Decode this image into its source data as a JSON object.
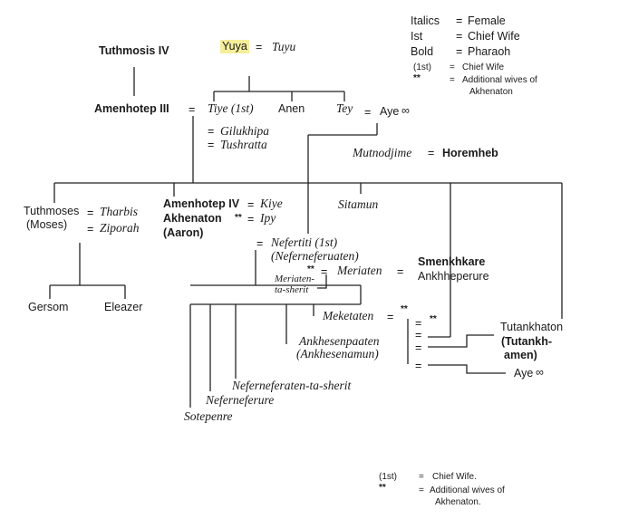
{
  "legend_top": {
    "italics_key": "Italics",
    "italics_val": "Female",
    "ist_key": "Ist",
    "ist_val": "Chief Wife",
    "bold_key": "Bold",
    "bold_val": "Pharaoh",
    "first_key": "(1st)",
    "first_val": "Chief Wife",
    "star_key": "**",
    "star_val_1": "Additional wives of",
    "star_val_2": "Akhenaton"
  },
  "legend_bottom": {
    "first_key": "(1st)",
    "first_val": "Chief Wife.",
    "star_key": "**",
    "star_val_1": "Additional wives of",
    "star_val_2": "Akhenaton."
  },
  "symbols": {
    "eq": "=",
    "stars": "**",
    "inf": "∞"
  },
  "people": {
    "tuthmosis4": "Tuthmosis IV",
    "yuya": "Yuya",
    "tuyu": "Tuyu",
    "amenhotep3": "Amenhotep III",
    "tiye": "Tiye (1st)",
    "anen": "Anen",
    "tey": "Tey",
    "aye": "Aye",
    "gilukhipa": "Gilukhipa",
    "tushratta": "Tushratta",
    "mutnodjime": "Mutnodjime",
    "horemheb": "Horemheb",
    "tuthmoses": "Tuthmoses",
    "moses": "(Moses)",
    "tharbis": "Tharbis",
    "ziporah": "Ziporah",
    "amenhotep4": "Amenhotep IV",
    "akhenaton": "Akhenaton",
    "aaron": "(Aaron)",
    "kiye": "Kiye",
    "ipy": "Ipy",
    "sitamun": "Sitamun",
    "nefertiti": "Nefertiti (1st)",
    "neferneferuaten": "(Neferneferuaten)",
    "meriaten": "Meriaten",
    "meriaten_ts_1": "Meriaten-",
    "meriaten_ts_2": "ta-sherit",
    "smenkhkare": "Smenkhkare",
    "ankhkheperure": "Ankhheperure",
    "gersom": "Gersom",
    "eleazer": "Eleazer",
    "meketaten": "Meketaten",
    "ankhesenpaaten": "Ankhesenpaaten",
    "ankhesenamun": "(Ankhesenamun)",
    "tutankhaton": "Tutankhaton",
    "tutankhamen_1": "(Tutankh-",
    "tutankhamen_2": "amen)",
    "aye2": "Aye",
    "neferneferaten_ts": "Neferneferaten-ta-sherit",
    "neferneferure": "Neferneferure",
    "sotepenre": "Sotepenre"
  }
}
